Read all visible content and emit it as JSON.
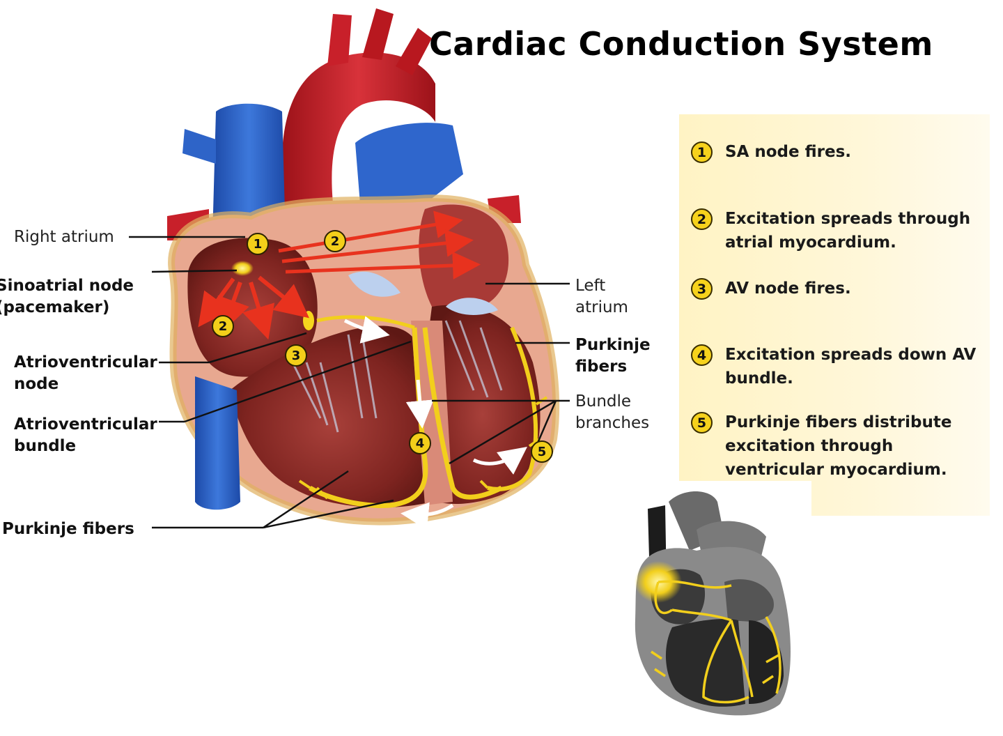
{
  "title": "Cardiac Conduction System",
  "colors": {
    "vena": "#2e64c8",
    "artery": "#c8202a",
    "myocardium": "#8a2a24",
    "conduction": "#f2cf1c",
    "panel": "#fff4c8"
  },
  "steps": [
    {
      "number": "1",
      "text": "SA node fires."
    },
    {
      "number": "2",
      "text": "Excitation spreads through atrial myocardium."
    },
    {
      "number": "3",
      "text": "AV node fires."
    },
    {
      "number": "4",
      "text": "Excitation spreads down AV bundle."
    },
    {
      "number": "5",
      "text": "Purkinje fibers distribute excitation through ventricular myocardium."
    }
  ],
  "labels": {
    "right_atrium": "Right atrium",
    "sa_node": "Sinoatrial node\n(pacemaker)",
    "av_node": "Atrioventricular\nnode",
    "av_bundle": "Atrioventricular\nbundle",
    "purkinje_bottom": "Purkinje fibers",
    "left_atrium": "Left\natrium",
    "purkinje_right": "Purkinje\nfibers",
    "bundle_branches": "Bundle\nbranches"
  },
  "markers": [
    "1",
    "2",
    "2",
    "3",
    "4",
    "5"
  ],
  "icons": {
    "main": "heart-cross-section-illustration",
    "inset": "heart-conduction-inset-illustration"
  }
}
